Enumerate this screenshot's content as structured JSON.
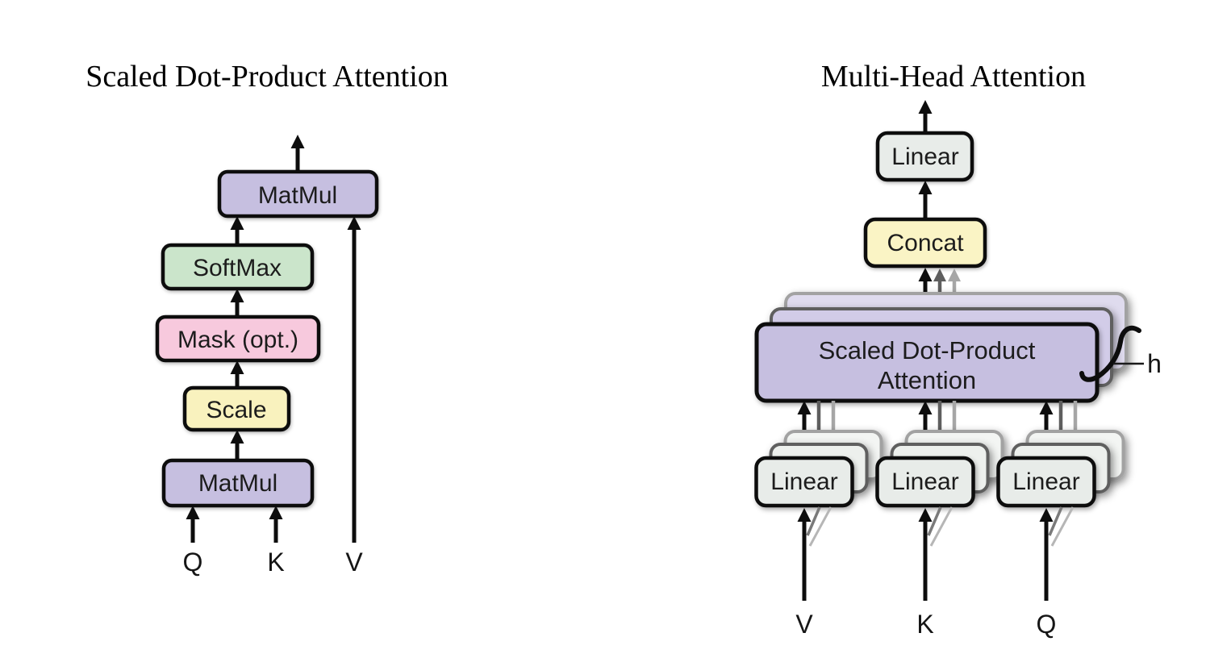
{
  "figure": {
    "left": {
      "title": "Scaled Dot-Product Attention",
      "boxes": {
        "matmul_top": {
          "label": "MatMul",
          "fill": "#c6bfe0"
        },
        "softmax": {
          "label": "SoftMax",
          "fill": "#cbe5cb"
        },
        "mask": {
          "label": "Mask (opt.)",
          "fill": "#f7c9dd"
        },
        "scale": {
          "label": "Scale",
          "fill": "#f9f2be"
        },
        "matmul_bottom": {
          "label": "MatMul",
          "fill": "#c6bfe0"
        }
      },
      "inputs": {
        "q": "Q",
        "k": "K",
        "v": "V"
      }
    },
    "right": {
      "title": "Multi-Head Attention",
      "boxes": {
        "linear_out": {
          "label": "Linear",
          "fill": "#e8ece9"
        },
        "concat": {
          "label": "Concat",
          "fill": "#faf4c5"
        },
        "attention": {
          "label1": "Scaled Dot-Product",
          "label2": "Attention",
          "fill": "#c6bfe0"
        },
        "linear_v": {
          "label": "Linear",
          "fill": "#e8ece9"
        },
        "linear_k": {
          "label": "Linear",
          "fill": "#e8ece9"
        },
        "linear_q": {
          "label": "Linear",
          "fill": "#e8ece9"
        }
      },
      "head_label": "h",
      "inputs": {
        "v": "V",
        "k": "K",
        "q": "Q"
      }
    },
    "colors": {
      "background": "#ffffff",
      "box_border": "#0d0d0d",
      "ghost_border_mid": "#5e5e5e",
      "ghost_border_light": "#a2a2a2",
      "purple": "#c6bfe0",
      "green": "#cbe5cb",
      "pink": "#f7c9dd",
      "yellow_scale": "#f9f2be",
      "yellow_concat": "#faf4c5",
      "gray_linear": "#e8ece9"
    }
  }
}
